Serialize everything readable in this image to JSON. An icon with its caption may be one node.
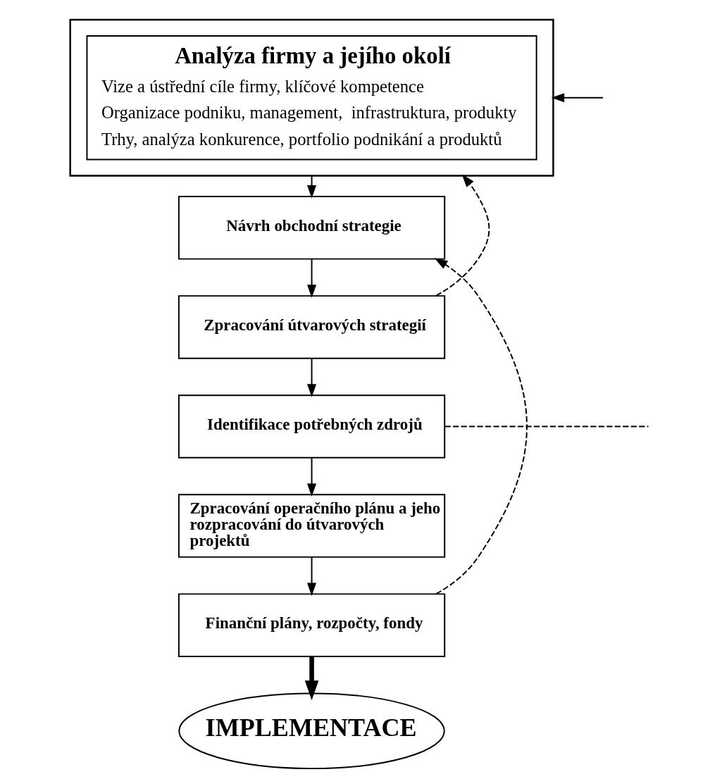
{
  "diagram": {
    "nodes": [
      {
        "text": [],
        "shape": "box"
      },
      {
        "text": [
          "Analýza firmy a jejího okolí",
          "Vize a ústřední cíle firmy, klíčové kompetence",
          "Organizace podniku, management,  infrastruktura, produkty",
          "Trhy, analýza konkurence, portfolio podnikání a produktů"
        ],
        "in": 0
      },
      {
        "text": [
          "Návrh obchodní strategie"
        ]
      },
      {
        "text": [
          "Zpracování útvarových strategií"
        ]
      },
      {
        "text": [
          "Identifikace potřebných zdrojů"
        ]
      },
      {
        "text": [
          "Zpracování operačního plánu a jeho rozpracování do útvarových projektů"
        ]
      },
      {
        "text": [
          "Finanční plány, rozpočty, fondy"
        ]
      },
      {
        "text": [
          "IMPLEMENTACE"
        ]
      }
    ],
    "edges": [
      {
        "from": 0,
        "to": 2,
        "arrow": "to"
      },
      {
        "from": 2,
        "to": 3,
        "arrow": "to"
      },
      {
        "from": 3,
        "to": 4,
        "arrow": "to"
      },
      {
        "from": 4,
        "to": 5,
        "arrow": "to"
      },
      {
        "from": 5,
        "to": 6,
        "arrow": "to"
      },
      {
        "from": 6,
        "to": 7,
        "arrow": "to",
        "style": "thick"
      },
      {
        "from": 6,
        "to": 2,
        "arrow": "to",
        "style": "dashed"
      },
      {
        "from": 3,
        "to": 0,
        "arrow": "to",
        "style": "dashed"
      },
      {
        "from": 4,
        "to": null,
        "arrow": "none",
        "style": "dashed"
      },
      {
        "from": null,
        "to": 0,
        "arrow": "to"
      }
    ]
  }
}
